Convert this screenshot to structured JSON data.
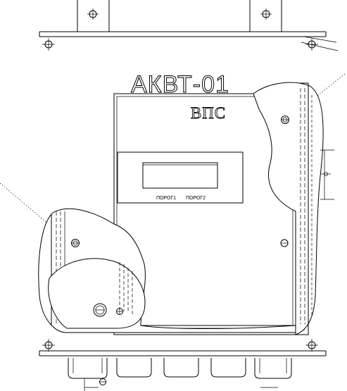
{
  "device": {
    "model": "АКВТ-01",
    "brand": "ВПС",
    "threshold_1_label": "ПОРОГ1",
    "threshold_2_label": "ПОРОГ2"
  }
}
